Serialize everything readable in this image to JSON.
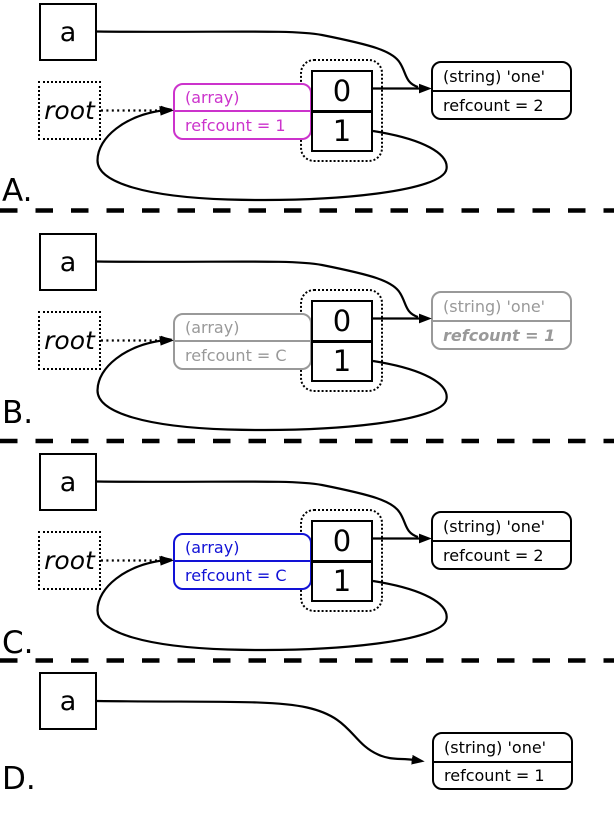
{
  "colors": {
    "array_highlight_magenta": "#cc33cc",
    "array_highlight_blue": "#1212d6",
    "dimmed_gray": "#999999",
    "line_black": "#000000"
  },
  "panels": [
    {
      "label": "A.",
      "a_label": "a",
      "root_label": "root",
      "array": {
        "type": "(array)",
        "refcount": "refcount = 1"
      },
      "cells": [
        "0",
        "1"
      ],
      "string": {
        "type": "(string) 'one'",
        "refcount": "refcount = 2"
      }
    },
    {
      "label": "B.",
      "a_label": "a",
      "root_label": "root",
      "array": {
        "type": "(array)",
        "refcount": "refcount = C"
      },
      "cells": [
        "0",
        "1"
      ],
      "string": {
        "type": "(string) 'one'",
        "refcount": "refcount = 1"
      }
    },
    {
      "label": "C.",
      "a_label": "a",
      "root_label": "root",
      "array": {
        "type": "(array)",
        "refcount": "refcount = C"
      },
      "cells": [
        "0",
        "1"
      ],
      "string": {
        "type": "(string) 'one'",
        "refcount": "refcount = 2"
      }
    },
    {
      "label": "D.",
      "a_label": "a",
      "string": {
        "type": "(string) 'one'",
        "refcount": "refcount = 1"
      }
    }
  ]
}
